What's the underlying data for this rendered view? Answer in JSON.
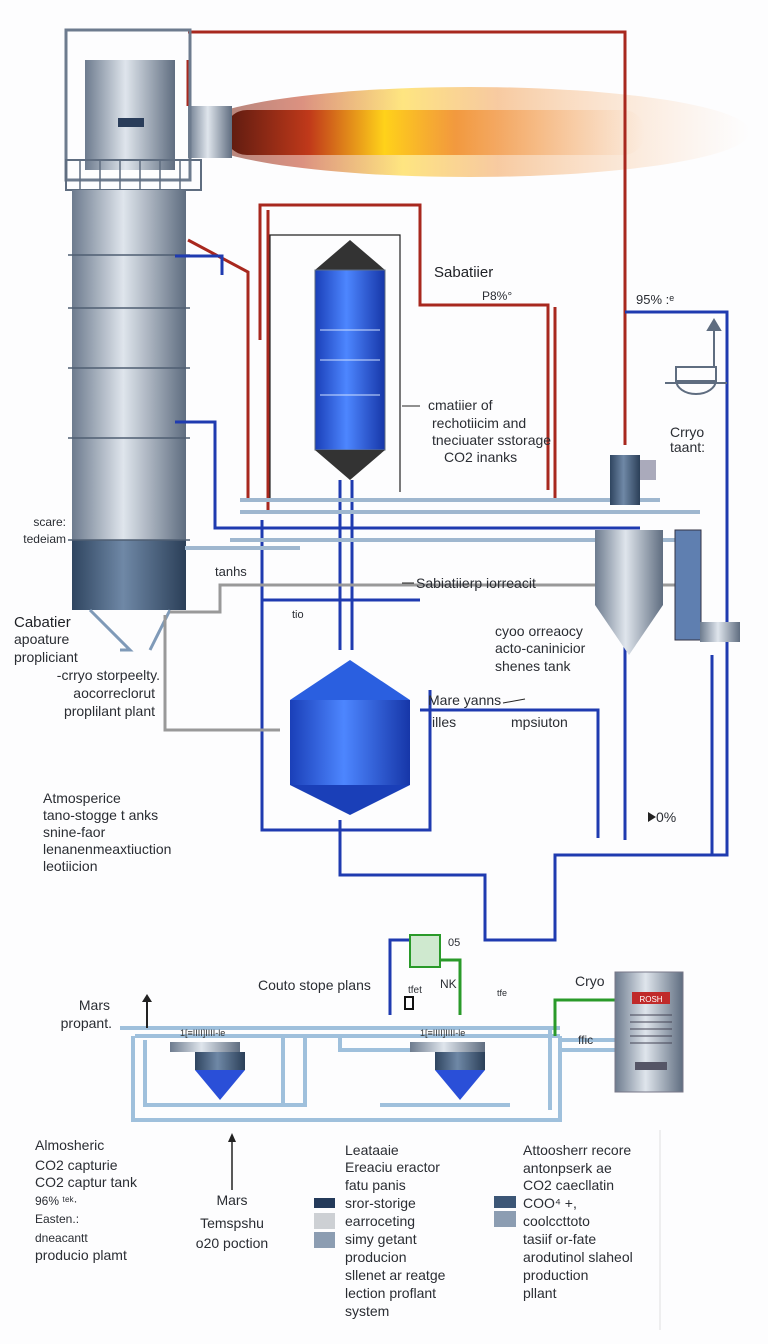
{
  "colors": {
    "pipe_red": "#a8281e",
    "pipe_blue": "#1f3bb0",
    "pipe_light": "#9fc0dc",
    "tank_blue": "#2a5fe0",
    "steel": "#8a97a8",
    "green": "#2a9a2a"
  },
  "top": {
    "sabatier": "Sabatiier",
    "pct_a": "P8%°",
    "pct_b": "95% :ᵉ",
    "cryo_l1": "Crryo",
    "cryo_l2": "taant:"
  },
  "center_note": [
    "cmatiier of",
    "rechotiicim and",
    "tneciuater sstorage",
    "CO2 inanks"
  ],
  "left_note": {
    "l1": "scare:",
    "l2": "tedeiam"
  },
  "tanks_label": "tanhs",
  "reactor_label": "Sabiatiierp iorreacit",
  "tio_label": "tio",
  "cabatier": [
    "Cabatier",
    "apoature",
    "propliciant"
  ],
  "cryo_store": [
    "-crryo storpeelty.",
    "aocorreclorut",
    "proplilant plant"
  ],
  "cyoo": [
    "cyoo orreaocy",
    "acto-caninicior",
    "shenes tank"
  ],
  "mare": {
    "title": "Mare yanns",
    "left": "illes",
    "right": "mpsiuton"
  },
  "pct_c": "0%",
  "atmos": [
    "Atmosperice",
    "tano-stogge t anks",
    "snine-faor",
    "lenanenmeaxtiuction",
    "leotiicion"
  ],
  "lower": {
    "couto": "Couto stope plans",
    "o5": "05",
    "nk": "NK",
    "tfet": "tfet",
    "tfe": "tfe",
    "cryo": "Cryo",
    "ffic": "ffic",
    "mars": "Mars",
    "propant": "propant.",
    "tank_tag_a": "1[≡IIII]IIII-le",
    "tank_tag_b": "1[≡IIII]IIII-le",
    "cylinder_tag": "ROSH"
  },
  "legend": {
    "col1": [
      "Almosheric",
      "CO2 capturie",
      "CO2 captur tank",
      "96%  ᵗᵉᵏ·",
      "Easten.:",
      "dneacantt",
      "producio plamt"
    ],
    "col2": [
      "Mars",
      "Temspshu",
      "o20 poction"
    ],
    "col3": [
      "Leataaie",
      "Ereaciu eractor",
      "fatu panis",
      "sror-storige",
      "earroceting",
      "simy getant",
      "producion",
      "sllenet ar reatge",
      "lection proflant",
      "system"
    ],
    "col4": [
      "Attoosherr recore",
      "antonpserk ae",
      "CO2 caecllatin",
      "COO⁴ +,",
      "coolccttoto",
      "tasiif or-fate",
      "arodutinol slaheol",
      "production",
      "pllant"
    ],
    "swatches_a": [
      "#243a5a",
      "#cdd0d4",
      "#8c9db2"
    ],
    "swatches_b": [
      "#3c5676",
      "#8c9db2"
    ]
  }
}
